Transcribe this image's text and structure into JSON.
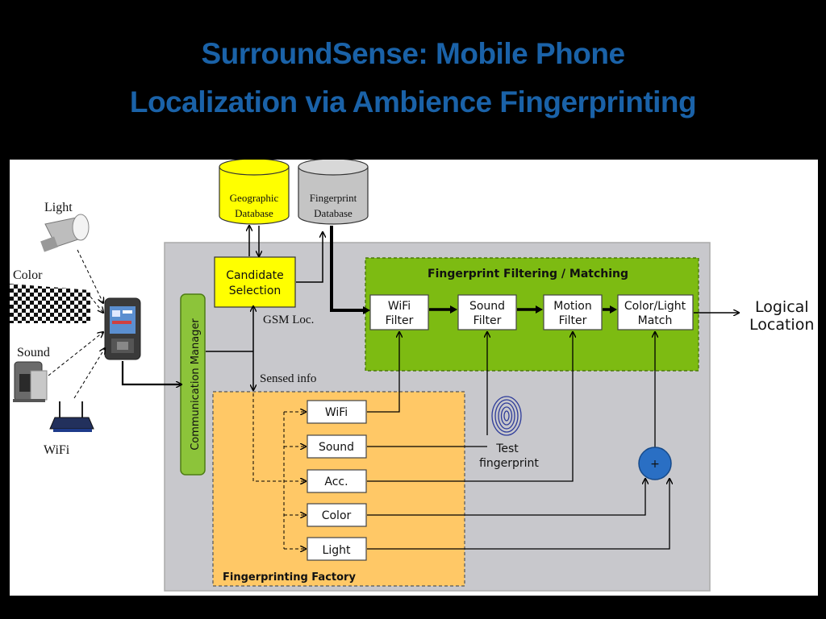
{
  "title": {
    "line1": "SurroundSense: Mobile Phone",
    "line2": "Localization via Ambience Fingerprinting"
  },
  "sensors": {
    "light": "Light",
    "color": "Color",
    "sound": "Sound",
    "wifi": "WiFi"
  },
  "databases": {
    "geographic_line1": "Geographic",
    "geographic_line2": "Database",
    "fingerprint_line1": "Fingerprint",
    "fingerprint_line2": "Database"
  },
  "communication_manager": "Communication Manager",
  "candidate_selection": {
    "line1": "Candidate",
    "line2": "Selection"
  },
  "edge_labels": {
    "gsm": "GSM Loc.",
    "sensed": "Sensed info"
  },
  "matching": {
    "title": "Fingerprint Filtering / Matching",
    "filters": [
      {
        "line1": "WiFi",
        "line2": "Filter"
      },
      {
        "line1": "Sound",
        "line2": "Filter"
      },
      {
        "line1": "Motion",
        "line2": "Filter"
      },
      {
        "line1": "Color/Light",
        "line2": "Match"
      }
    ]
  },
  "output": {
    "line1": "Logical",
    "line2": "Location"
  },
  "factory": {
    "title": "Fingerprinting Factory",
    "items": [
      "WiFi",
      "Sound",
      "Acc.",
      "Color",
      "Light"
    ]
  },
  "test_fingerprint": {
    "line1": "Test",
    "line2": "fingerprint"
  },
  "combiner_symbol": "+",
  "colors": {
    "title_blue": "#1a62a8",
    "gray_panel": "#c8c8cc",
    "green": "#7dbb12",
    "orange": "#ffc866",
    "yellow": "#ffff00",
    "db_gray": "#c4c4c4",
    "combiner_blue": "#2a6fc4"
  }
}
